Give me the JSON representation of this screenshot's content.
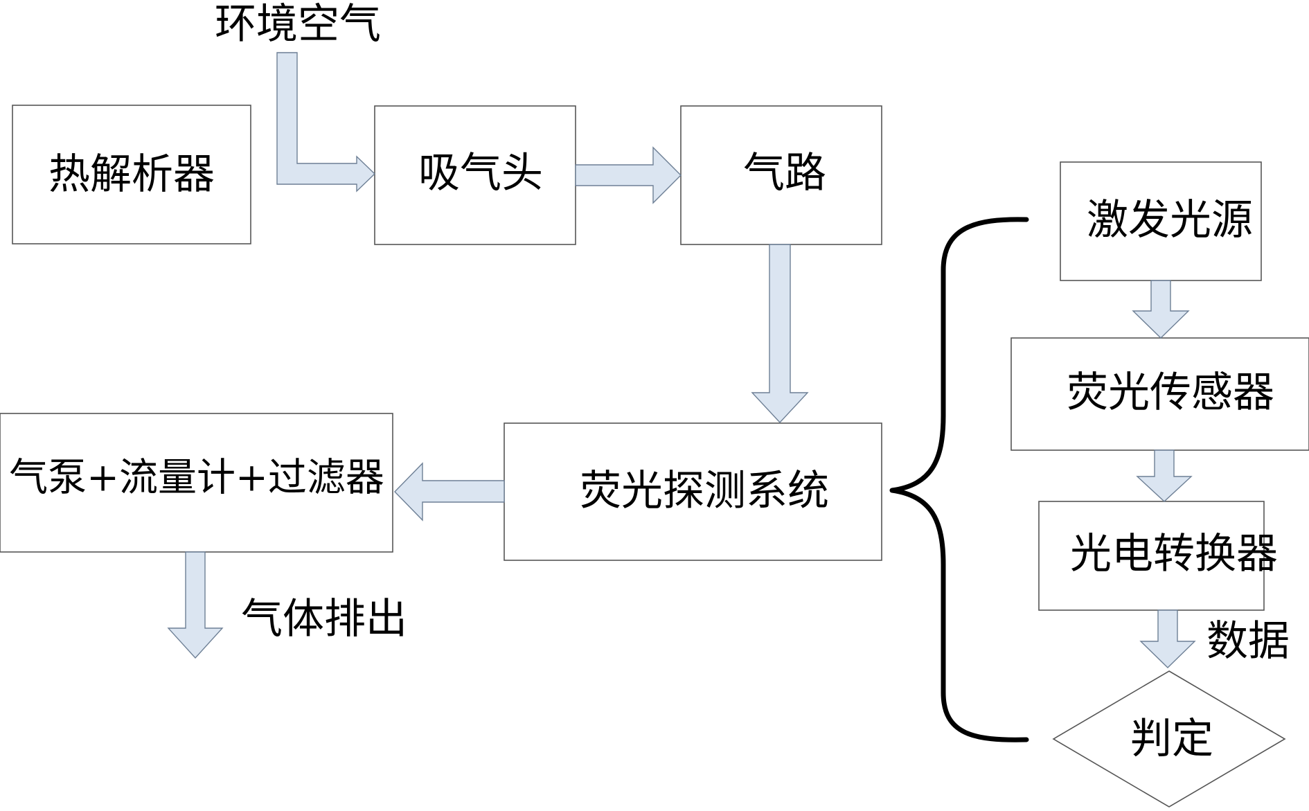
{
  "nodes": {
    "thermal_desorber": "热解析器",
    "suction_head": "吸气头",
    "gas_path": "气路",
    "fluorescence_system": "荧光探测系统",
    "pump_flowmeter_filter": "气泵+流量计+过滤器",
    "excitation_light_source": "激发光源",
    "fluorescence_sensor": "荧光传感器",
    "photoelectric_converter": "光电转换器",
    "judgment": "判定"
  },
  "labels": {
    "ambient_air": "环境空气",
    "gas_exhaust": "气体排出",
    "data": "数据"
  },
  "colors": {
    "arrow_fill": "#dbe5f1",
    "arrow_stroke": "#6d7f95",
    "box_stroke": "#555555",
    "brace": "#000000"
  }
}
